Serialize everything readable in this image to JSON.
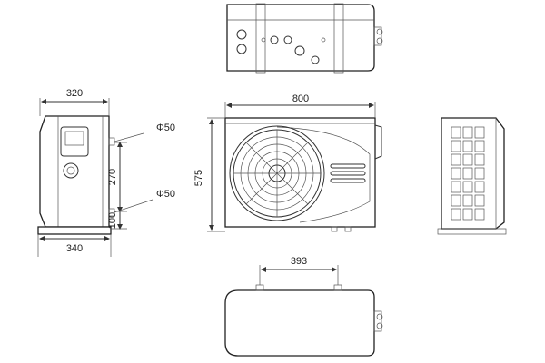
{
  "diagram": {
    "dimensions": {
      "side_width": "320",
      "side_base_width": "340",
      "pipe_spacing": "270",
      "pipe_bottom_offset": "100",
      "front_width": "800",
      "front_height": "575",
      "bottom_mount_spacing": "393"
    },
    "pipes": {
      "upper": "Φ50",
      "lower": "Φ50"
    }
  }
}
